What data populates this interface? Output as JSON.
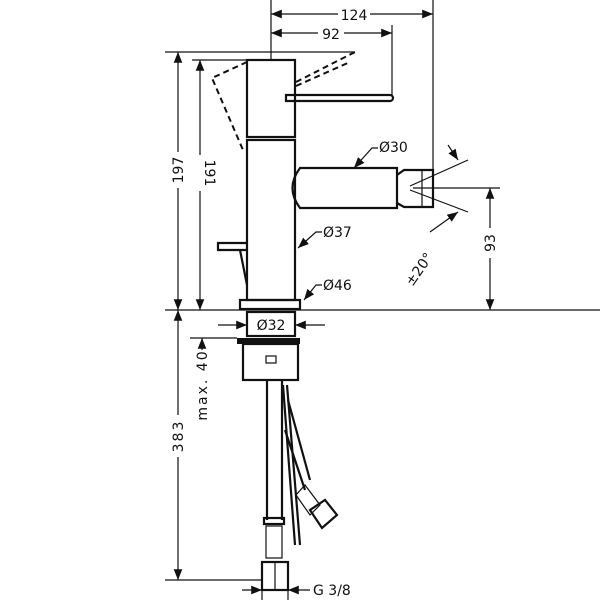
{
  "drawing": {
    "dimensions": {
      "total_projection": "124",
      "lever_projection": "92",
      "total_height": "197",
      "body_height": "191",
      "spout_height": "93",
      "spout_diameter": "Ø30",
      "body_diameter": "Ø37",
      "base_diameter": "Ø46",
      "shank_diameter": "Ø32",
      "spray_angle": "±20°",
      "max_deck_thickness": "max. 40",
      "connection_length": "383",
      "connection_thread": "G 3/8"
    },
    "color": "#111111"
  }
}
